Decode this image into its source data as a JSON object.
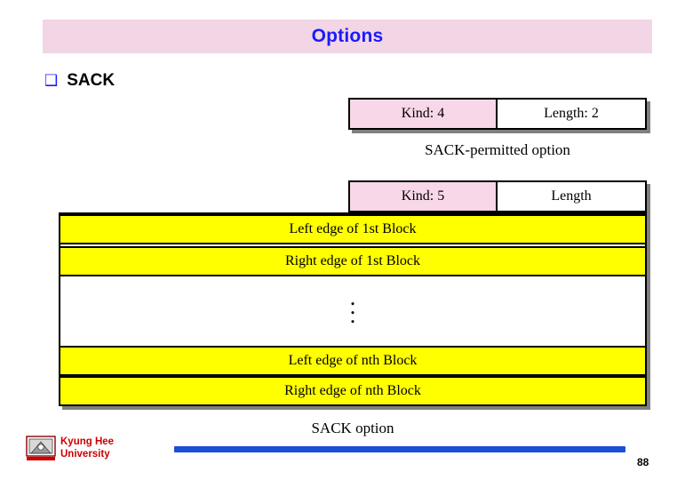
{
  "slide": {
    "title": "Options",
    "bullet_glyph": "❑",
    "bullet_label": "SACK",
    "accent_title_color": "#1a1aff",
    "title_bar_color": "#f2d6e6"
  },
  "diagram": {
    "sack_permitted": {
      "caption": "SACK-permitted option",
      "fields": [
        {
          "label": "Kind: 4",
          "fill": "#f8d7e8"
        },
        {
          "label": "Length: 2",
          "fill": "#ffffff"
        }
      ]
    },
    "sack_option": {
      "caption": "SACK option",
      "header_fields": [
        {
          "label": "Kind: 5",
          "fill": "#f8d7e8"
        },
        {
          "label": "Length",
          "fill": "#ffffff"
        }
      ],
      "block_rows": [
        {
          "label": "Left edge of 1st Block",
          "fill": "#ffff00"
        },
        {
          "label": "Right edge of 1st Block",
          "fill": "#ffff00"
        },
        {
          "label": "Left edge of  nth Block",
          "fill": "#ffff00"
        },
        {
          "label": "Right edge of nth Block",
          "fill": "#ffff00"
        }
      ],
      "ellipsis": "vertical-dots"
    }
  },
  "footer": {
    "university_line1": "Kyung Hee",
    "university_line2": "University",
    "page_number": "88",
    "rule_color": "#1a4fd6"
  }
}
